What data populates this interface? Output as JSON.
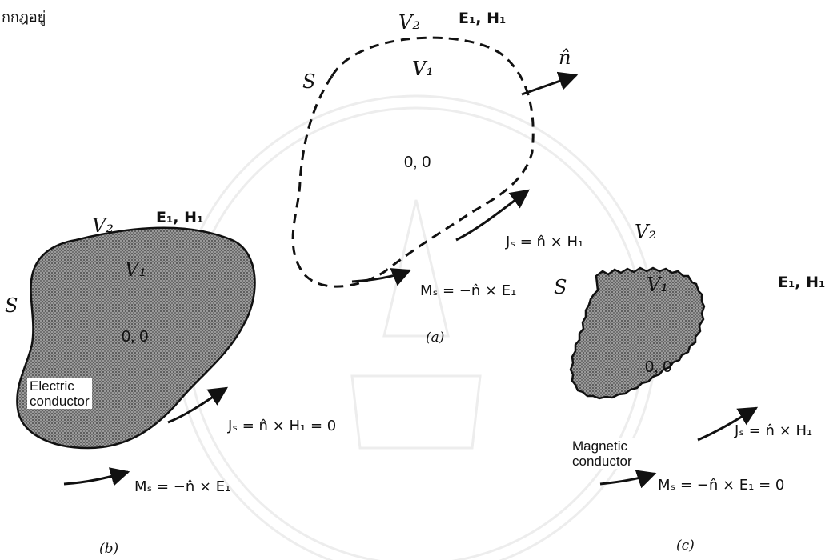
{
  "header_text": "กกฎอยู่",
  "panel_a": {
    "v2": "V₂",
    "fields": "E₁, H₁",
    "v1": "V₁",
    "surface": "S",
    "normal": "n̂",
    "origin": "0, 0",
    "js_eq": "Jₛ = n̂ × H₁",
    "ms_eq": "Mₛ = −n̂ × E₁",
    "caption": "(a)"
  },
  "panel_b": {
    "v2": "V₂",
    "fields": "E₁, H₁",
    "v1": "V₁",
    "surface": "S",
    "origin": "0, 0",
    "material_line1": "Electric",
    "material_line2": "conductor",
    "js_eq": "Jₛ = n̂ × H₁ = 0",
    "ms_eq": "Mₛ = −n̂ × E₁",
    "caption": "(b)"
  },
  "panel_c": {
    "v2": "V₂",
    "fields": "E₁, H₁",
    "v1": "V₁",
    "surface": "S",
    "origin": "0, 0",
    "material_line1": "Magnetic",
    "material_line2": "conductor",
    "js_eq": "Jₛ = n̂ × H₁",
    "ms_eq": "Mₛ = −n̂ × E₁ = 0",
    "caption": "(c)"
  },
  "colors": {
    "ink": "#111111",
    "stipple": "#8a8a8a"
  }
}
